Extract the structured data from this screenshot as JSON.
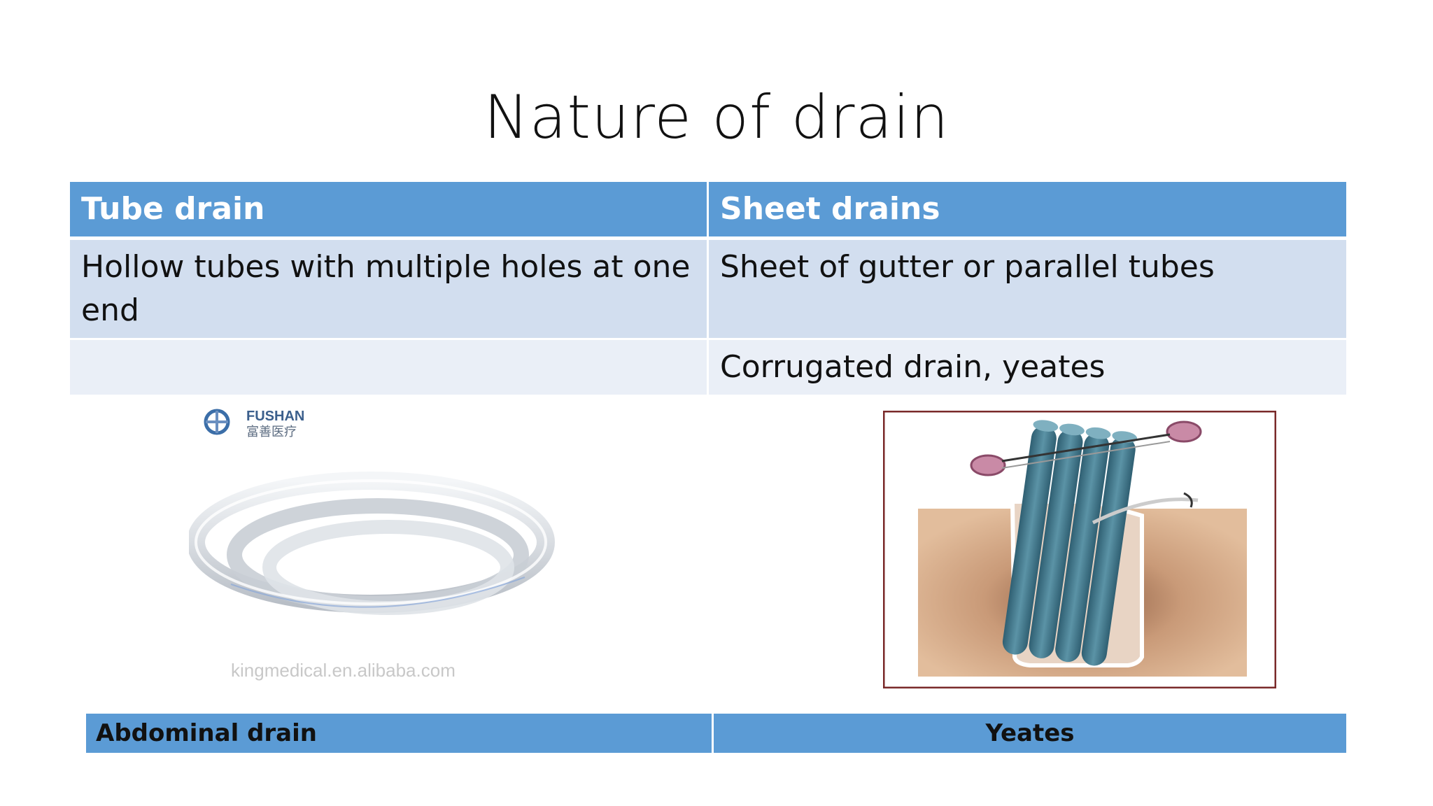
{
  "slide": {
    "title": "Nature of drain"
  },
  "table": {
    "headers": [
      "Tube drain",
      "Sheet drains"
    ],
    "rows": [
      [
        "Hollow tubes with multiple holes at one end",
        "Sheet of gutter or parallel tubes"
      ],
      [
        "",
        "Corrugated drain, yeates"
      ]
    ]
  },
  "images": {
    "left": {
      "logo_text": "FUSHAN",
      "logo_subtext": "富善医疗",
      "watermark": "kingmedical.en.alibaba.com"
    }
  },
  "captions": {
    "left": "Abdominal drain",
    "right": "Yeates"
  },
  "colors": {
    "header_blue": "#5b9bd5",
    "row_light": "#d2deef",
    "row_lighter": "#eaeff7"
  }
}
